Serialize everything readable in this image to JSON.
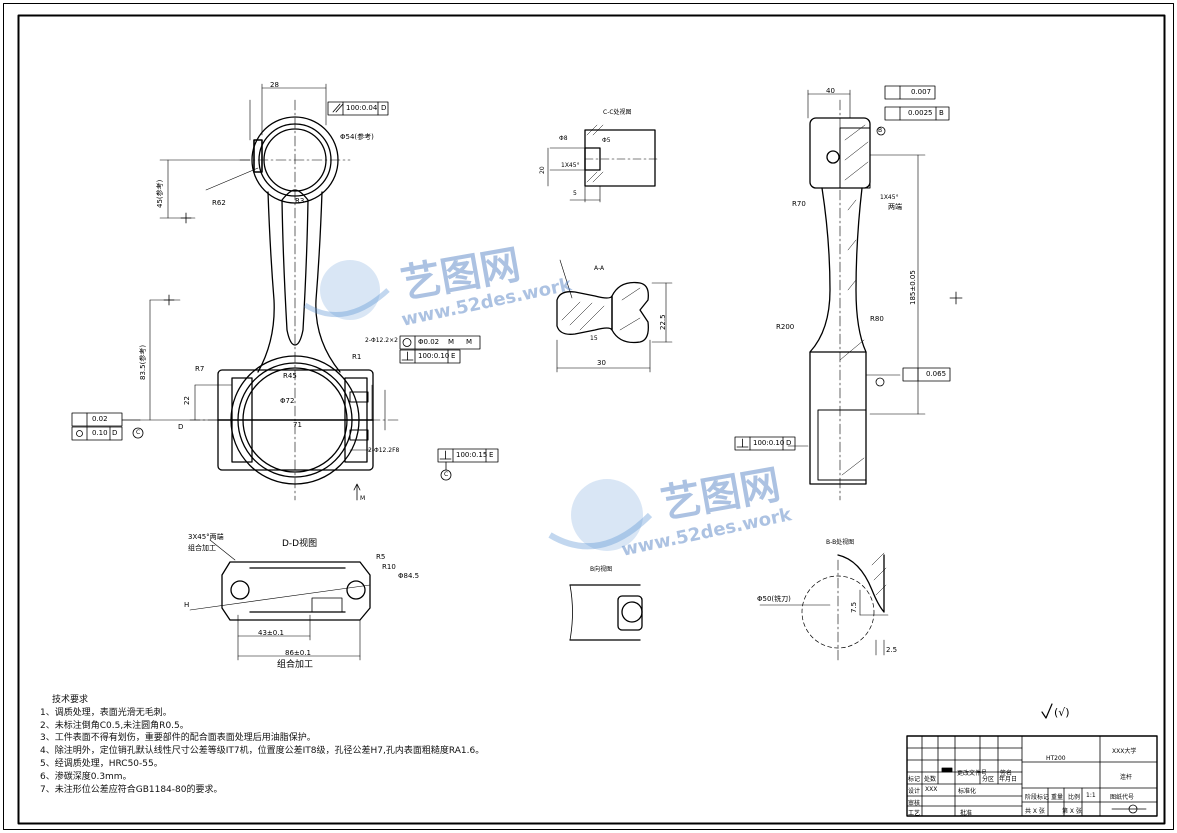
{
  "views": {
    "cc_title": "C-C处视图",
    "dd_title": "D-D视图",
    "bb_title": "B-B处视图",
    "aa_title": "A-A",
    "small_title": "B向视图"
  },
  "front_dims": {
    "d28": "28",
    "parallel_tol": "100:0.04",
    "datum_d": "D",
    "phi54": "Φ54(参考)",
    "d45": "45(参考)",
    "r62": "R62",
    "r3": "R3",
    "d835": "83.5(参考)",
    "r7": "R7",
    "d22": "22",
    "r45": "R45",
    "phi72": "Φ72",
    "d71": "71",
    "r1": "R1",
    "hole_spec": "2-Φ12.2×2",
    "pos_tol": "Φ0.02",
    "m1": "M",
    "m2": "M",
    "perp_tol": "100:0.10",
    "datum_e": "E",
    "hole_spec2": "2-Φ12.2F8",
    "perp_tol2": "100:0.15",
    "datum_e2": "E",
    "flat_tol": "0.02",
    "pos_tol2": "0.10",
    "datum_d2": "D",
    "datum_c": "C",
    "label_c": "C",
    "label_m": "M",
    "d_label": "D"
  },
  "cc_dims": {
    "d5": "5",
    "d20": "20",
    "phi8": "Φ8",
    "phi5": "Φ5",
    "c1x45": "1X45°"
  },
  "aa_dims": {
    "d30": "30",
    "d225": "22.5",
    "d15": "15"
  },
  "side_dims": {
    "d40": "40",
    "tol1": "0.007",
    "tol2": "0.0025",
    "datum_b": "B",
    "r70": "R70",
    "chamfer": "1X45°",
    "both_ends": "两端",
    "r200": "R200",
    "r80": "R80",
    "d185": "185±0.05",
    "runout": "0.065",
    "perp": "100:0.10",
    "datum_d3": "D",
    "label_b": "B"
  },
  "dd_dims": {
    "chamfer_note": "3X45°两端",
    "combined1": "组合加工",
    "r5": "R5",
    "r10": "R10",
    "phi84": "Φ84.5",
    "h_label": "H",
    "d43": "43±0.1",
    "d86": "86±0.1",
    "combined2": "组合加工"
  },
  "bb_dims": {
    "phi50": "Φ50(铣刀)",
    "d75": "7.5",
    "d25": "2.5"
  },
  "notes": {
    "title": "技术要求",
    "items": [
      "1、调质处理，表面光滑无毛刺。",
      "2、未标注倒角C0.5,未注圆角R0.5。",
      "3、工件表面不得有划伤，重要部件的配合面表面处理后用油脂保护。",
      "4、除注明外，定位销孔默认线性尺寸公差等级IT7机，位置度公差IT8级，孔径公差H7,孔内表面粗糙度RA1.6。",
      "5、经调质处理，HRC50-55。",
      "6、渗碳深度0.3mm。",
      "7、未注形位公差应符合GB1184-80的要求。"
    ]
  },
  "roughness_note": "(√)",
  "title_block": {
    "material": "HT200",
    "school": "XXX大学",
    "part_name": "连杆",
    "drawing_no": "图纸代号",
    "designer_label": "设计",
    "designer": "XXX",
    "stage": "阶段标记",
    "weight": "重量",
    "scale_label": "比例",
    "scale": "1:1",
    "sheets": "共 X 张",
    "sheet_no": "第 X 张",
    "std": "标准化",
    "mark": "标记",
    "process": "工艺",
    "review": "审核",
    "approve": "批准",
    "date": "年月日",
    "qty": "处数",
    "zone": "分区",
    "change_no": "更改文件号",
    "sign": "签名"
  },
  "watermark": {
    "cn": "艺图网",
    "url": "www.52des.work"
  }
}
